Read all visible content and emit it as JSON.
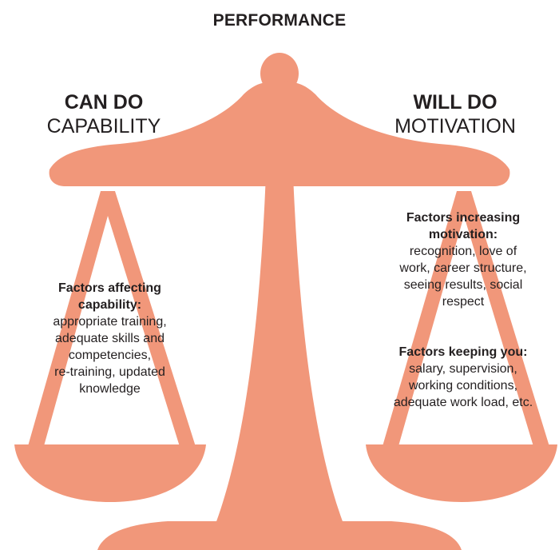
{
  "title": "PERFORMANCE",
  "left": {
    "heading": "CAN DO",
    "subheading": "CAPABILITY",
    "factors_title_line1": "Factors affecting",
    "factors_title_line2": "capability:",
    "factors_lines": [
      "appropriate training,",
      "adequate skills and",
      "competencies,",
      "re-training, updated",
      "knowledge"
    ]
  },
  "right": {
    "heading": "WILL DO",
    "subheading": "MOTIVATION",
    "increasing_title_line1": "Factors increasing",
    "increasing_title_line2": "motivation:",
    "increasing_lines": [
      "recognition, love of",
      "work, career structure,",
      "seeing results, social",
      "respect"
    ],
    "keeping_title": "Factors keeping you:",
    "keeping_lines": [
      "salary, supervision,",
      "working conditions,",
      "adequate work load, etc."
    ]
  },
  "colors": {
    "scale": "#f1977a",
    "text": "#231f20"
  }
}
